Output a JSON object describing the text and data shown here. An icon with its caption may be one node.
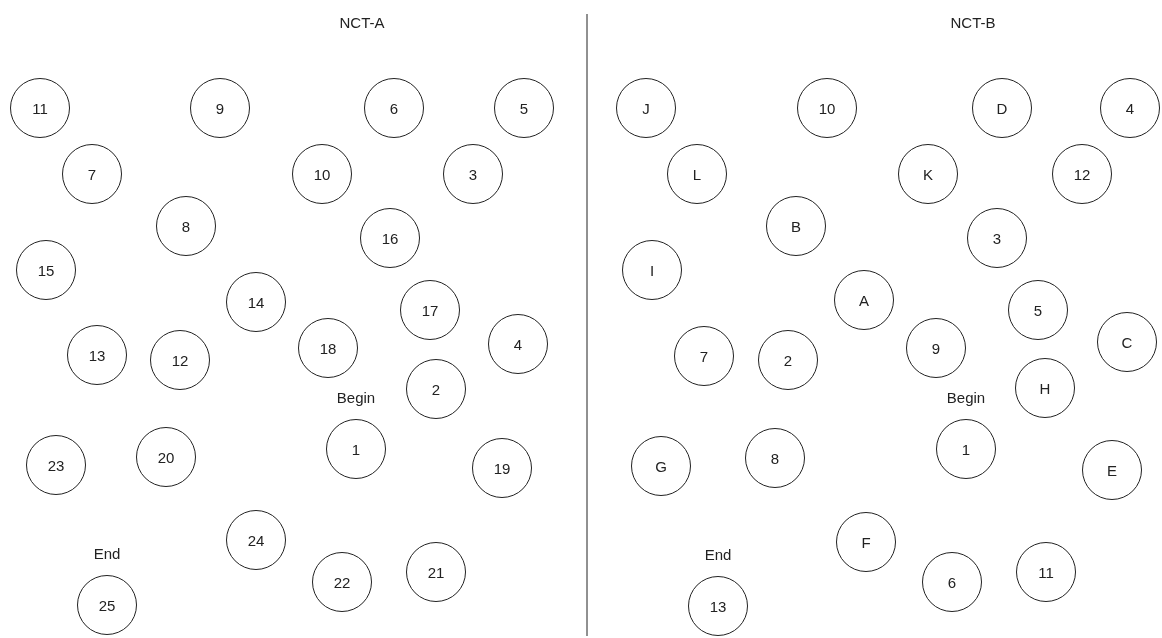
{
  "diagram": {
    "nodes": [
      {
        "text": [
          "11"
        ]
      },
      {
        "text": [
          "9"
        ]
      },
      {
        "text": [
          "6"
        ]
      },
      {
        "text": [
          "5"
        ]
      },
      {
        "text": [
          "7"
        ]
      },
      {
        "text": [
          "10"
        ]
      },
      {
        "text": [
          "3"
        ]
      },
      {
        "text": [
          "8"
        ]
      },
      {
        "text": [
          "16"
        ]
      },
      {
        "text": [
          "15"
        ]
      },
      {
        "text": [
          "14"
        ]
      },
      {
        "text": [
          "17"
        ]
      },
      {
        "text": [
          "4"
        ]
      },
      {
        "text": [
          "13"
        ]
      },
      {
        "text": [
          "12"
        ]
      },
      {
        "text": [
          "18"
        ]
      },
      {
        "text": [
          "2"
        ]
      },
      {
        "text": [
          "1"
        ],
        "beside": [
          "Begin"
        ]
      },
      {
        "text": [
          "23"
        ]
      },
      {
        "text": [
          "20"
        ]
      },
      {
        "text": [
          "19"
        ]
      },
      {
        "text": [
          "24"
        ]
      },
      {
        "text": [
          "22"
        ]
      },
      {
        "text": [
          "21"
        ]
      },
      {
        "text": [
          "25"
        ],
        "beside": [
          "End"
        ]
      },
      {
        "text": [
          "J"
        ]
      },
      {
        "text": [
          "10"
        ]
      },
      {
        "text": [
          "D"
        ]
      },
      {
        "text": [
          "4"
        ]
      },
      {
        "text": [
          "L"
        ]
      },
      {
        "text": [
          "K"
        ]
      },
      {
        "text": [
          "12"
        ]
      },
      {
        "text": [
          "B"
        ]
      },
      {
        "text": [
          "3"
        ]
      },
      {
        "text": [
          "I"
        ]
      },
      {
        "text": [
          "A"
        ]
      },
      {
        "text": [
          "5"
        ]
      },
      {
        "text": [
          "C"
        ]
      },
      {
        "text": [
          "7"
        ]
      },
      {
        "text": [
          "2"
        ]
      },
      {
        "text": [
          "9"
        ]
      },
      {
        "text": [
          "H"
        ]
      },
      {
        "text": [
          "1"
        ],
        "beside": [
          "Begin"
        ]
      },
      {
        "text": [
          "G"
        ]
      },
      {
        "text": [
          "8"
        ]
      },
      {
        "text": [
          "E"
        ]
      },
      {
        "text": [
          "F"
        ]
      },
      {
        "text": [
          "6"
        ]
      },
      {
        "text": [
          "11"
        ]
      },
      {
        "text": [
          "13"
        ],
        "beside": [
          "End"
        ]
      }
    ],
    "labels": [
      "NCT-A",
      "NCT-B"
    ]
  }
}
